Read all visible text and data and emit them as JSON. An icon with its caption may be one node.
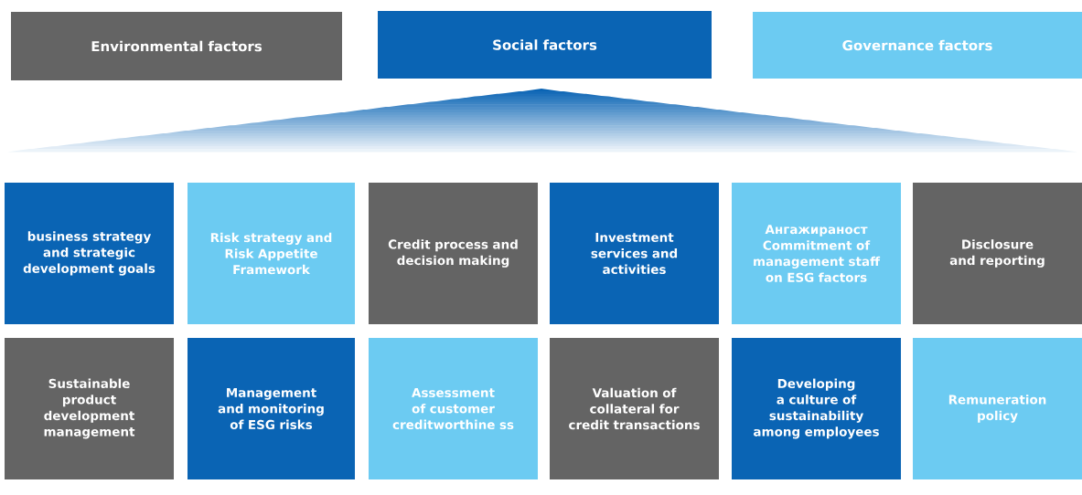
{
  "diagram": {
    "nodes": [
      {
        "text": [
          "Environmental factors"
        ]
      },
      {
        "text": [
          "Social factors"
        ]
      },
      {
        "text": [
          "Governance factors"
        ]
      },
      {
        "text": [
          "business strategy and strategic development goals"
        ]
      },
      {
        "text": [
          "Risk strategy and Risk Appetite Framework"
        ]
      },
      {
        "text": [
          "Credit process and decision making"
        ]
      },
      {
        "text": [
          "Investment services and activities"
        ]
      },
      {
        "text": [
          "Ангажираност Commitment of management staff on ESG factors"
        ]
      },
      {
        "text": [
          "Disclosure and reporting"
        ]
      },
      {
        "text": [
          "Sustainable product development management"
        ]
      },
      {
        "text": [
          "Management and monitoring of ESG risks"
        ]
      },
      {
        "text": [
          "Assessment of customer creditworthine ss"
        ]
      },
      {
        "text": [
          "Valuation of collateral for credit transactions"
        ]
      },
      {
        "text": [
          "Developing a culture of sustainability among employees"
        ]
      },
      {
        "text": [
          "Remuneration policy"
        ]
      }
    ],
    "edges": []
  }
}
